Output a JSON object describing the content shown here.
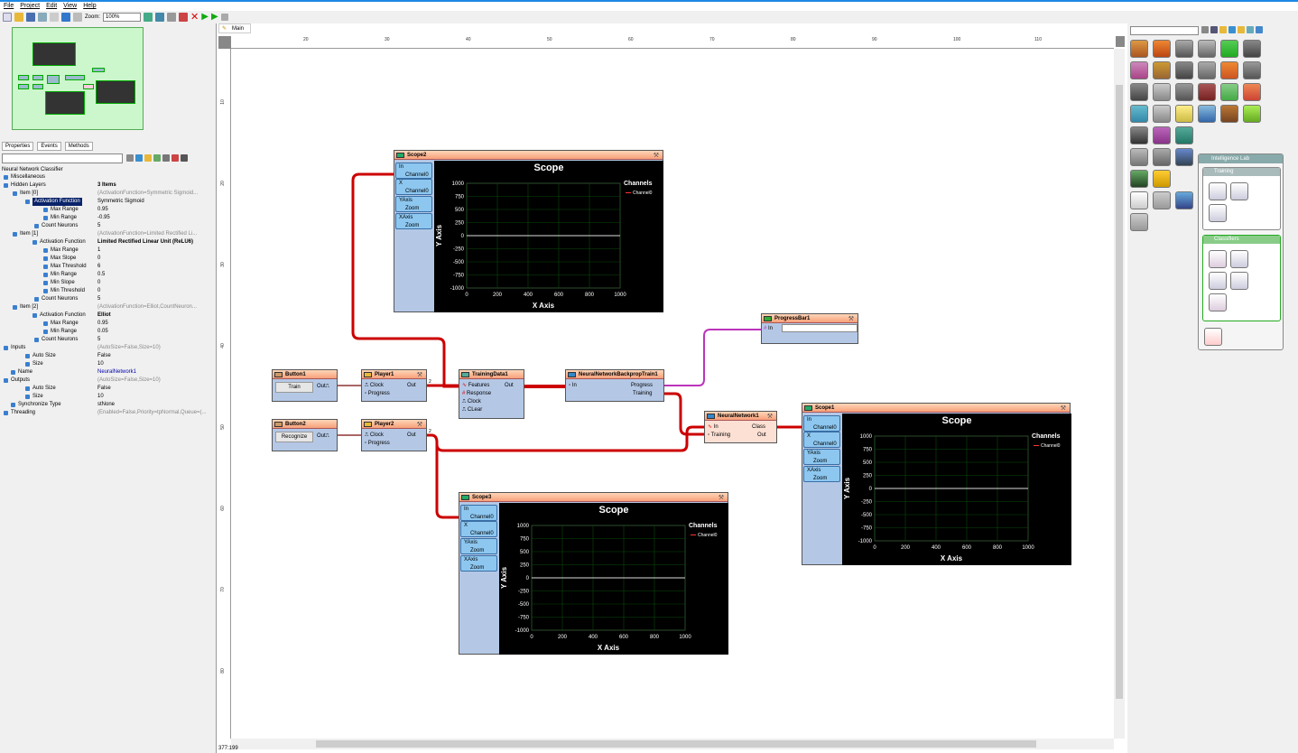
{
  "menu": [
    "File",
    "Project",
    "Edit",
    "View",
    "Help"
  ],
  "toolbar": {
    "zoom_label": "Zoom:",
    "zoom_value": "100%"
  },
  "properties_panel": {
    "tabs": [
      "Properties",
      "Events",
      "Methods"
    ],
    "component_title": "Neural Network Classifier",
    "rows": [
      {
        "name": "Miscellaneous",
        "value": "",
        "indent": 12
      },
      {
        "name": "Hidden Layers",
        "value": "3 Items",
        "indent": 12,
        "bold": true
      },
      {
        "name": "Item [0]",
        "value": "(ActivationFunction=Symmetric Sigmoid...",
        "indent": 22,
        "gray": true
      },
      {
        "name": "Activation Function",
        "value": "Symmetric Sigmoid",
        "indent": 36,
        "selected": true
      },
      {
        "name": "Max Range",
        "value": "0.95",
        "indent": 56
      },
      {
        "name": "Min Range",
        "value": "-0.95",
        "indent": 56
      },
      {
        "name": "Count Neurons",
        "value": "5",
        "indent": 46
      },
      {
        "name": "Item [1]",
        "value": "(ActivationFunction=Limited Rectified Li...",
        "indent": 22,
        "gray": true
      },
      {
        "name": "Activation Function",
        "value": "Limited Rectified Linear Unit (ReLU6)",
        "indent": 44,
        "bold": true
      },
      {
        "name": "Max Range",
        "value": "1",
        "indent": 56
      },
      {
        "name": "Max Slope",
        "value": "0",
        "indent": 56
      },
      {
        "name": "Max Threshold",
        "value": "6",
        "indent": 56
      },
      {
        "name": "Min Range",
        "value": "0.5",
        "indent": 56
      },
      {
        "name": "Min Slope",
        "value": "0",
        "indent": 56
      },
      {
        "name": "Min Threshold",
        "value": "0",
        "indent": 56
      },
      {
        "name": "Count Neurons",
        "value": "5",
        "indent": 46
      },
      {
        "name": "Item [2]",
        "value": "(ActivationFunction=Elliot,CountNeuron...",
        "indent": 22,
        "gray": true
      },
      {
        "name": "Activation Function",
        "value": "Elliot",
        "indent": 44,
        "bold": true
      },
      {
        "name": "Max Range",
        "value": "0.95",
        "indent": 56
      },
      {
        "name": "Min Range",
        "value": "0.05",
        "indent": 56
      },
      {
        "name": "Count Neurons",
        "value": "5",
        "indent": 46
      },
      {
        "name": "Inputs",
        "value": "(AutoSize=False,Size=10)",
        "indent": 12,
        "gray": true
      },
      {
        "name": "Auto Size",
        "value": "False",
        "indent": 36
      },
      {
        "name": "Size",
        "value": "10",
        "indent": 36
      },
      {
        "name": "Name",
        "value": "NeuralNetwork1",
        "indent": 20
      },
      {
        "name": "Outputs",
        "value": "(AutoSize=False,Size=10)",
        "indent": 12,
        "gray": true
      },
      {
        "name": "Auto Size",
        "value": "False",
        "indent": 36
      },
      {
        "name": "Size",
        "value": "10",
        "indent": 36
      },
      {
        "name": "Synchronize Type",
        "value": "stNone",
        "indent": 20
      },
      {
        "name": "Threading",
        "value": "(Enabled=False,Priority=tpNormal,Queue=(...",
        "indent": 12,
        "gray": true
      }
    ]
  },
  "canvas": {
    "tab": "Main",
    "hruler_labels": [
      "20",
      "30",
      "40",
      "50",
      "60",
      "70",
      "80",
      "90",
      "100",
      "110"
    ],
    "vruler_labels": [
      "10",
      "20",
      "30",
      "40",
      "50",
      "60",
      "70",
      "80"
    ],
    "status": "377:199"
  },
  "components": {
    "button1": {
      "title": "Button1",
      "button": "Train",
      "out": "Out"
    },
    "button2": {
      "title": "Button2",
      "button": "Recognize",
      "out": "Out"
    },
    "player1": {
      "title": "Player1",
      "clock": "Clock",
      "progress": "Progress",
      "out": "Out",
      "count": "2"
    },
    "player2": {
      "title": "Player2",
      "clock": "Clock",
      "progress": "Progress",
      "out": "Out",
      "count": "2"
    },
    "trainingdata": {
      "title": "TrainingData1",
      "features": "Features",
      "response": "Response",
      "clock": "Clock",
      "clear": "CLear",
      "out": "Out"
    },
    "backprop": {
      "title": "NeuralNetworkBackpropTrain1",
      "in": "In",
      "progress": "Progress",
      "training": "Training"
    },
    "progressbar": {
      "title": "ProgressBar1",
      "in": "In"
    },
    "nn": {
      "title": "NeuralNetwork1",
      "in": "In",
      "training": "Training",
      "class": "Class",
      "out": "Out"
    },
    "scope_pins": {
      "in": "In",
      "channel": "Channel0",
      "x": "X",
      "yaxis": "YAxis",
      "xaxis": "XAxis",
      "zoom": "Zoom"
    }
  },
  "scope": {
    "title": "Scope",
    "channels_label": "Channels",
    "channel_name": "Channel0",
    "xlabel": "X Axis",
    "ylabel": "Y Axis",
    "xticks": [
      "0",
      "200",
      "400",
      "600",
      "800",
      "1000"
    ],
    "yticks": [
      "1000",
      "750",
      "500",
      "250",
      "0",
      "-250",
      "-500",
      "-750",
      "-1000"
    ]
  },
  "scopes": [
    {
      "id": "scope2",
      "title": "Scope2"
    },
    {
      "id": "scope1",
      "title": "Scope1"
    },
    {
      "id": "scope3",
      "title": "Scope3"
    }
  ],
  "right_panel": {
    "popup1_title": "Intelligence Lab",
    "popup1_sub": "Training",
    "popup2_sub": "Classifiers"
  }
}
